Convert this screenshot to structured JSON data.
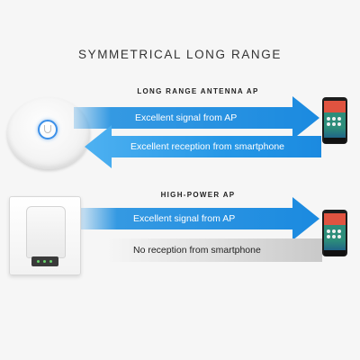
{
  "title": "SYMMETRICAL LONG RANGE",
  "section1": {
    "heading": "LONG RANGE ANTENNA AP",
    "arrow_out": "Excellent signal from AP",
    "arrow_in": "Excellent reception from smartphone"
  },
  "section2": {
    "heading": "HIGH-POWER AP",
    "arrow_out": "Excellent signal from AP",
    "arrow_in": "No reception from smartphone"
  },
  "colors": {
    "arrow_blue": "#1f8fe0",
    "arrow_blue_light": "#5db8f3",
    "gray_fade": "#cfcfcf",
    "led": "#69d36b"
  },
  "icons": [
    "ap-disc-icon",
    "ap-box-icon",
    "smartphone-icon"
  ]
}
